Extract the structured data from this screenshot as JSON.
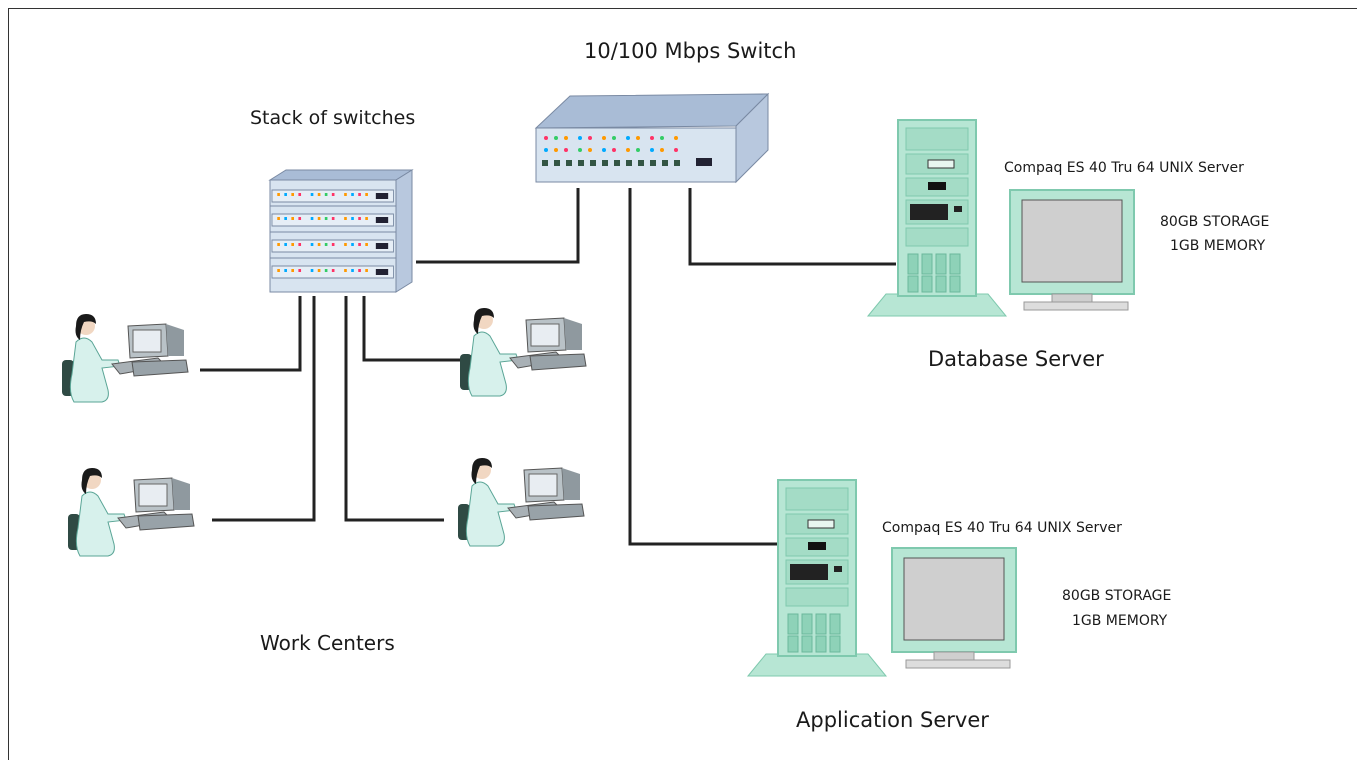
{
  "labels": {
    "switch": "10/100 Mbps Switch",
    "stack": "Stack of switches",
    "work_centers": "Work Centers",
    "db_server": "Database Server",
    "app_server": "Application Server"
  },
  "db_server_info": {
    "model": "Compaq ES 40 Tru 64 UNIX Server",
    "storage": "80GB STORAGE",
    "memory": "1GB MEMORY"
  },
  "app_server_info": {
    "model": "Compaq ES 40 Tru 64 UNIX Server",
    "storage": "80GB STORAGE",
    "memory": "1GB MEMORY"
  },
  "colors": {
    "device_fill": "#d8e4f0",
    "device_top": "#a9bcd6",
    "device_side": "#b8c8de",
    "server_fill": "#b7e6d4",
    "server_dark": "#7fc9ae",
    "monitor_screen": "#cfcfcf",
    "cable": "#222222"
  },
  "icons": [
    "switch-icon",
    "switch-stack-icon",
    "workstation-icon",
    "server-tower-icon",
    "monitor-icon"
  ]
}
